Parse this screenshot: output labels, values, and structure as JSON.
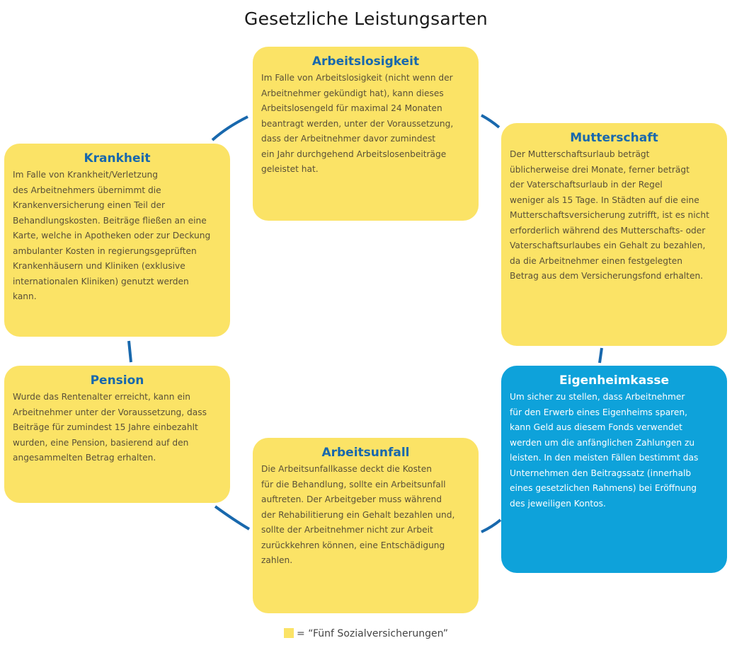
{
  "title": "Gesetzliche Leistungsarten",
  "colors": {
    "yellow": "#fbe366",
    "blue": "#0ea2da",
    "heading": "#1868ad",
    "connector": "#1868ad"
  },
  "boxes": {
    "arbeitslosigkeit": {
      "heading": "Arbeitslosigkeit",
      "text": "Im Falle von Arbeitslosigkeit (nicht wenn der\nArbeitnehmer gekündigt hat), kann dieses\nArbeitslosengeld für maximal 24 Monaten\nbeantragt werden, unter der Voraussetzung,\ndass der Arbeitnehmer davor zumindest\nein Jahr durchgehend Arbeitslosenbeiträge\ngeleistet hat."
    },
    "mutterschaft": {
      "heading": "Mutterschaft",
      "text": "Der Mutterschaftsurlaub beträgt\nüblicherweise drei Monate, ferner beträgt\nder Vaterschaftsurlaub in der Regel\nweniger als 15 Tage. In Städten auf die eine\nMutterschaftsversicherung zutrifft, ist es nicht\nerforderlich während des Mutterschafts- oder\nVaterschaftsurlaubes ein Gehalt zu bezahlen,\nda die Arbeitnehmer einen festgelegten\nBetrag aus dem Versicherungsfond erhalten."
    },
    "eigenheimkasse": {
      "heading": "Eigenheimkasse",
      "text": "Um sicher zu stellen, dass Arbeitnehmer\nfür den Erwerb eines Eigenheims sparen,\nkann Geld aus diesem Fonds verwendet\nwerden um die anfänglichen Zahlungen zu\nleisten. In den meisten Fällen bestimmt das\nUnternehmen den Beitragssatz (innerhalb\neines gesetzlichen Rahmens) bei Eröffnung\ndes jeweiligen Kontos."
    },
    "arbeitsunfall": {
      "heading": "Arbeitsunfall",
      "text": "Die Arbeitsunfallkasse deckt die Kosten\nfür die Behandlung, sollte ein Arbeitsunfall\nauftreten. Der Arbeitgeber muss während\nder Rehabilitierung ein Gehalt bezahlen und,\nsollte der Arbeitnehmer nicht zur Arbeit\nzurückkehren können, eine Entschädigung\nzahlen."
    },
    "pension": {
      "heading": "Pension",
      "text": "Wurde das Rentenalter erreicht, kann ein\nArbeitnehmer unter der Voraussetzung, dass\nBeiträge für zumindest 15 Jahre einbezahlt\nwurden, eine Pension, basierend auf den\nangesammelten Betrag erhalten."
    },
    "krankheit": {
      "heading": "Krankheit",
      "text": "Im Falle von Krankheit/Verletzung\ndes Arbeitnehmers übernimmt die\nKrankenversicherung einen Teil der\nBehandlungskosten. Beiträge fließen an eine\nKarte, welche in Apotheken oder zur Deckung\nambulanter Kosten in regierungsgeprüften\nKrankenhäusern und Kliniken (exklusive\ninternationalen Kliniken) genutzt werden\nkann."
    }
  },
  "legend": {
    "text": "= “Fünf Sozialversicherungen”"
  }
}
